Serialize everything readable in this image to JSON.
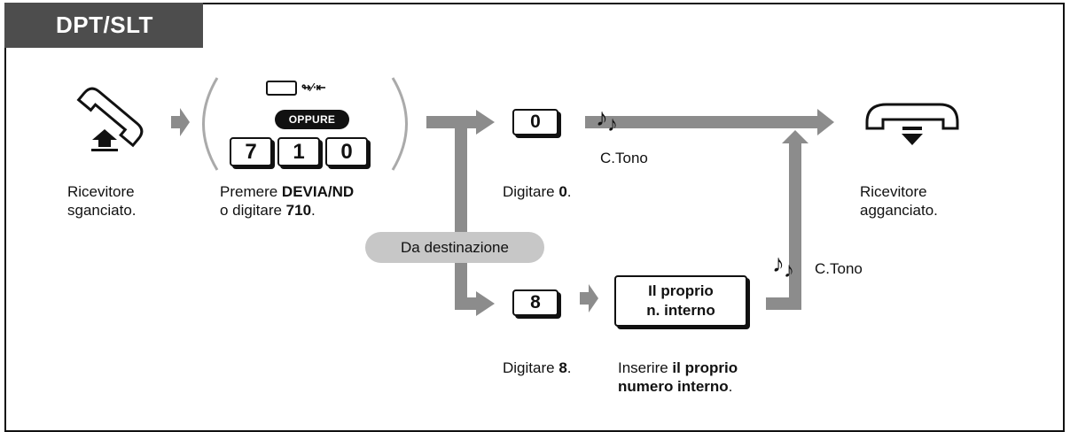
{
  "header": {
    "title": "DPT/SLT"
  },
  "steps": {
    "off_hook": {
      "line1": "Ricevitore",
      "line2": "sganciato."
    },
    "press": {
      "prefix": "Premere ",
      "button": "DEVIA/ND",
      "line2_prefix": "o digitare ",
      "code": "710",
      "line2_suffix": "."
    },
    "dial0": {
      "prefix": "Digitare ",
      "digit": "0",
      "suffix": "."
    },
    "on_hook": {
      "line1": "Ricevitore",
      "line2": "agganciato."
    },
    "dial8": {
      "prefix": "Digitare ",
      "digit": "8",
      "suffix": "."
    },
    "ext": {
      "line1_prefix": "Inserire ",
      "line1_bold": "il proprio",
      "line2_bold": "numero interno",
      "line2_suffix": "."
    }
  },
  "keys": {
    "code_digits": [
      "7",
      "1",
      "0"
    ],
    "key_zero": "0",
    "key_eight": "8",
    "ext_box_line1": "Il proprio",
    "ext_box_line2": "n. interno"
  },
  "labels": {
    "oppure": "OPPURE",
    "fwd_dnd_symbol": "↬⁄∙⇤",
    "from_destination": "Da destinazione",
    "confirmation_tone_top": "C.Tono",
    "confirmation_tone_bottom": "C.Tono",
    "music_note": "♪"
  },
  "colors": {
    "tab": "#4d4d4d",
    "flow_arrow": "#8c8c8c",
    "pill": "#c7c7c7"
  }
}
